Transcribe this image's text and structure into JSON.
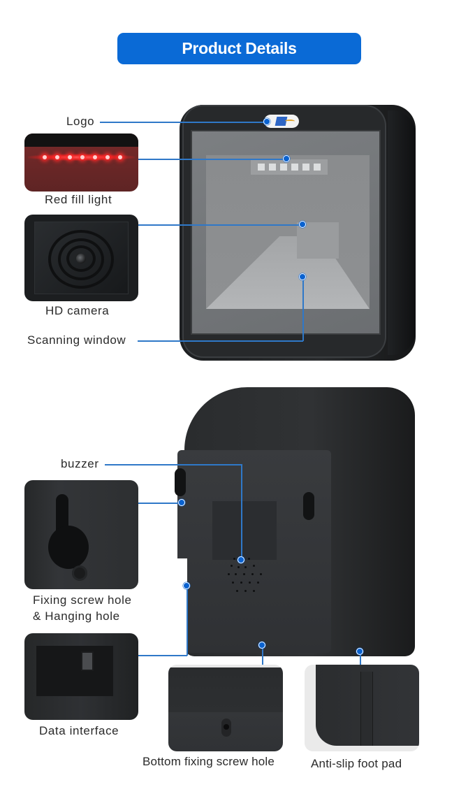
{
  "header": {
    "title": "Product Details",
    "accent_color": "#0a6ad6"
  },
  "front_view": {
    "callouts": [
      {
        "id": "logo",
        "label": "Logo"
      },
      {
        "id": "red-fill-light",
        "label": "Red fill light"
      },
      {
        "id": "hd-camera",
        "label": "HD camera"
      },
      {
        "id": "scanning-window",
        "label": "Scanning window"
      }
    ]
  },
  "back_view": {
    "callouts": [
      {
        "id": "buzzer",
        "label": "buzzer"
      },
      {
        "id": "fixing-screw-hole",
        "label_line1": "Fixing screw hole",
        "label_line2": "& Hanging hole"
      },
      {
        "id": "data-interface",
        "label": "Data interface"
      },
      {
        "id": "bottom-fixing-screw-hole",
        "label": "Bottom fixing screw hole"
      },
      {
        "id": "anti-slip-foot-pad",
        "label": "Anti-slip foot pad"
      }
    ]
  },
  "colors": {
    "callout_line": "#2f78c8",
    "callout_dot": "#0a62d0"
  }
}
